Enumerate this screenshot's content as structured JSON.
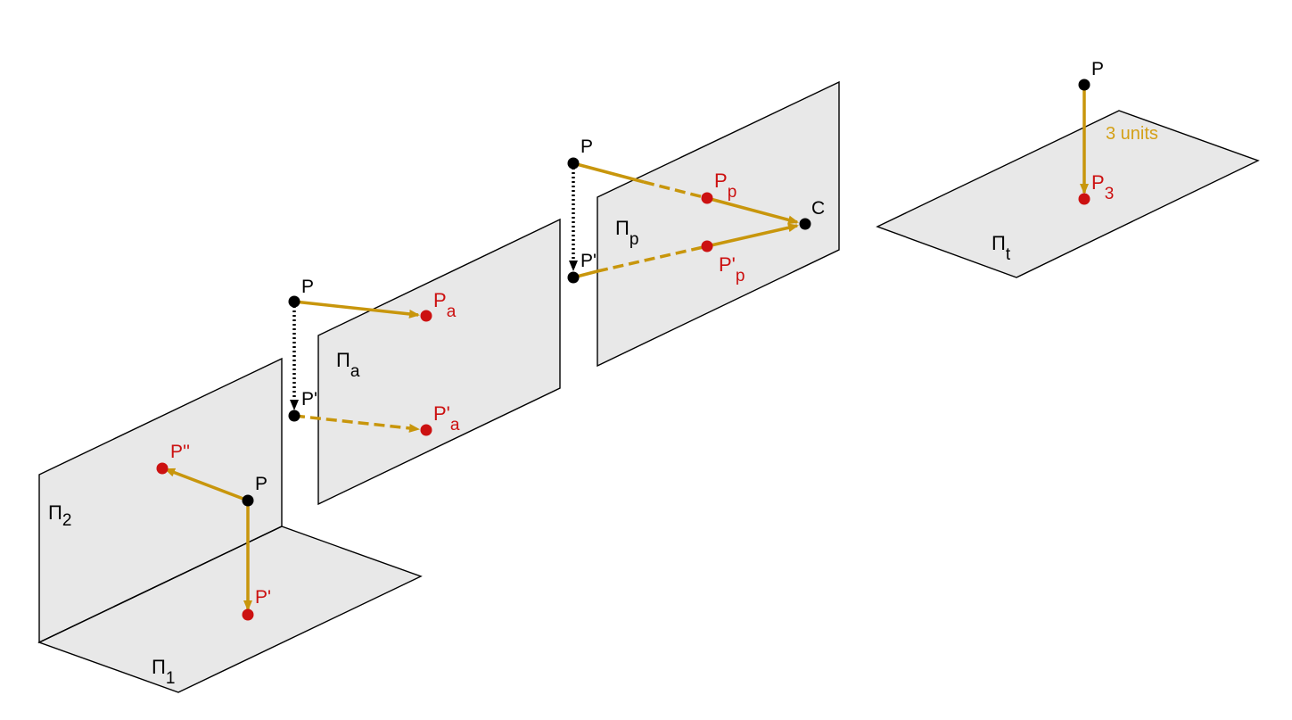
{
  "colors": {
    "arrow": "#c8960c",
    "red_point": "#cc1111",
    "black_point": "#000000",
    "plane_fill": "#e8e8e8",
    "red_text": "#cc1111",
    "gold_text": "#d4a017"
  },
  "planes": {
    "pi1": {
      "base": "Π",
      "sub": "1"
    },
    "pi2": {
      "base": "Π",
      "sub": "2"
    },
    "pia": {
      "base": "Π",
      "sub": "a"
    },
    "pip": {
      "base": "Π",
      "sub": "p"
    },
    "pit": {
      "base": "Π",
      "sub": "t"
    }
  },
  "points": {
    "orthogonal": {
      "p": "P",
      "p_front": "P'",
      "p_side": "P''"
    },
    "axonometric": {
      "p": "P",
      "p_prime": "P'",
      "pa": {
        "base": "P",
        "sub": "a"
      },
      "pa_prime": {
        "base": "P'",
        "sub": "a"
      }
    },
    "perspective": {
      "p": "P",
      "p_prime": "P'",
      "c": "C",
      "pp": {
        "base": "P",
        "sub": "p"
      },
      "pp_prime": {
        "base": "P'",
        "sub": "p"
      }
    },
    "translation": {
      "p": "P",
      "p3": {
        "base": "P",
        "sub": "3"
      },
      "distance": "3 units"
    }
  }
}
